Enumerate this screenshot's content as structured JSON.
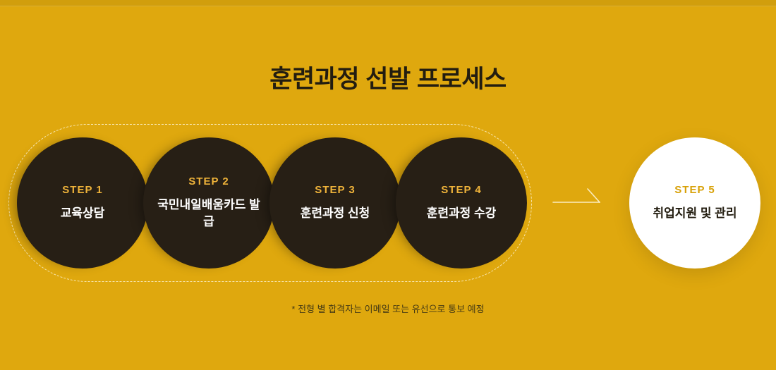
{
  "header": {
    "title": "훈련과정 선발 프로세스"
  },
  "process": {
    "steps": [
      {
        "label": "STEP 1",
        "title": "교육상담",
        "variant": "dark"
      },
      {
        "label": "STEP 2",
        "title": "국민내일배움카드 발급",
        "variant": "dark"
      },
      {
        "label": "STEP 3",
        "title": "훈련과정 신청",
        "variant": "dark"
      },
      {
        "label": "STEP 4",
        "title": "훈련과정 수강",
        "variant": "dark"
      },
      {
        "label": "STEP 5",
        "title": "취업지원 및 관리",
        "variant": "light"
      }
    ],
    "arrow_icon": "arrow-right"
  },
  "footnote": {
    "text": "* 전형 별 합격자는 이메일 또는 유선으로 통보 예정"
  },
  "colors": {
    "background": "#DFA80E",
    "dark_circle": "#271F15",
    "step_label_gold": "#EFB33A",
    "step5_label_gold": "#D8A108",
    "title_text": "#231D10",
    "footnote_text": "#453A14",
    "white": "#FFFFFF"
  }
}
